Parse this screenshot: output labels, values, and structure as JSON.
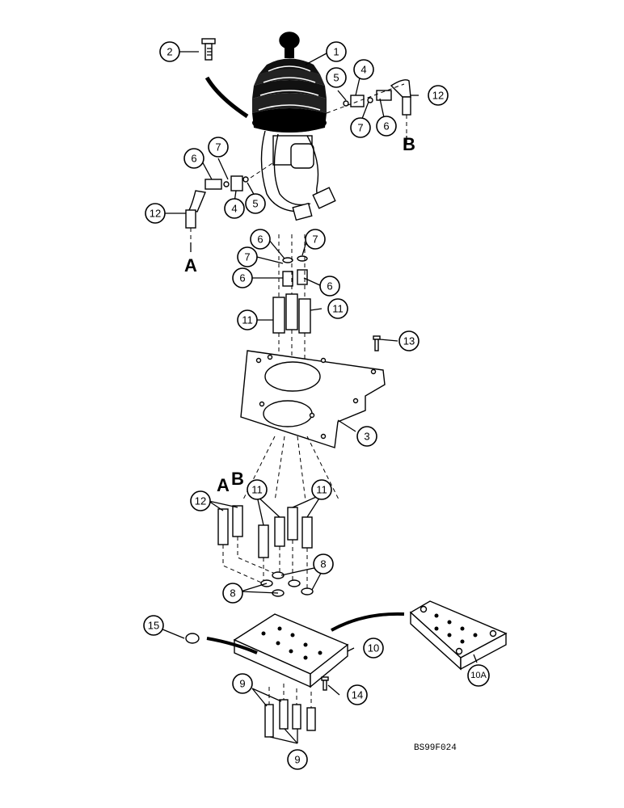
{
  "figure_code": "BS99F024",
  "port_letters": [
    "A",
    "B",
    "A",
    "B"
  ],
  "callouts": [
    "1",
    "2",
    "3",
    "4",
    "4",
    "5",
    "5",
    "6",
    "6",
    "6",
    "6",
    "7",
    "7",
    "7",
    "7",
    "8",
    "8",
    "9",
    "9",
    "10",
    "10A",
    "11",
    "11",
    "11",
    "11",
    "12",
    "12",
    "12",
    "13",
    "14",
    "15"
  ],
  "colors": {
    "ink": "#000000",
    "paper": "#ffffff"
  }
}
